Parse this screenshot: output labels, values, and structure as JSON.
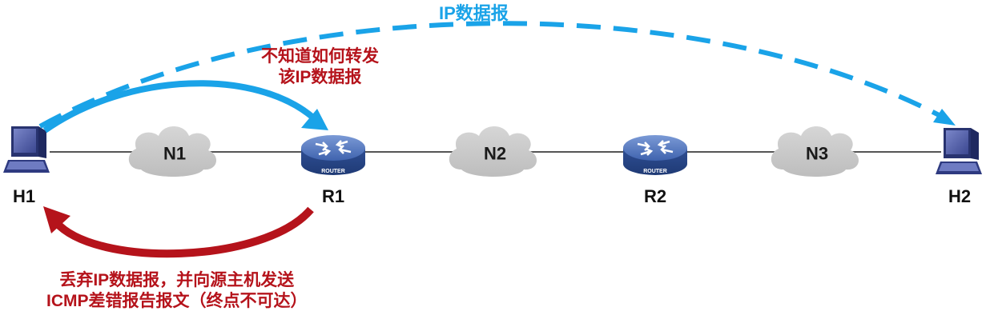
{
  "diagram": {
    "nodes": [
      {
        "id": "H1",
        "label": "H1",
        "kind": "host"
      },
      {
        "id": "N1",
        "label": "N1",
        "kind": "network-cloud"
      },
      {
        "id": "R1",
        "label": "R1",
        "kind": "router"
      },
      {
        "id": "N2",
        "label": "N2",
        "kind": "network-cloud"
      },
      {
        "id": "R2",
        "label": "R2",
        "kind": "router"
      },
      {
        "id": "N3",
        "label": "N3",
        "kind": "network-cloud"
      },
      {
        "id": "H2",
        "label": "H2",
        "kind": "host"
      }
    ],
    "router_badge": "ROUTER",
    "annotations": {
      "ip_datagram": "IP数据报",
      "cannot_forward_line1": "不知道如何转发",
      "cannot_forward_line2": "该IP数据报",
      "discard_line1": "丢弃IP数据报，并向源主机发送",
      "discard_line2": "ICMP差错报告报文（终点不可达）"
    },
    "colors": {
      "blue": "#1aa3e8",
      "red": "#b5131b",
      "cloud": "#c8c8c8",
      "router": "#3a5fa8",
      "line": "#555555"
    }
  }
}
